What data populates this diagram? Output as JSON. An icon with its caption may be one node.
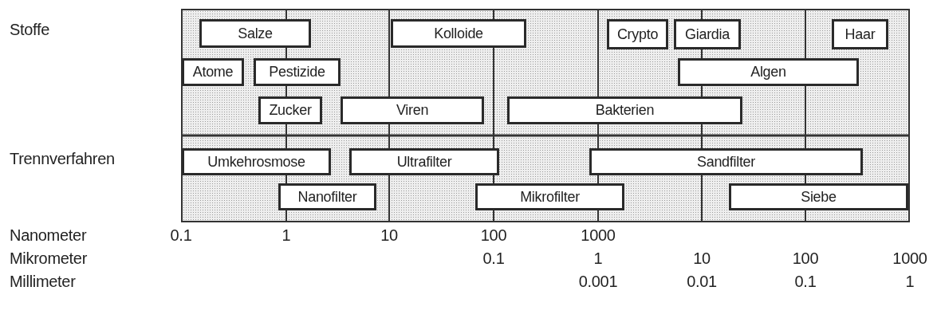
{
  "diagram": {
    "nodes": [
      {
        "text": [
          "Salze"
        ]
      },
      {
        "text": [
          "Kolloide"
        ]
      },
      {
        "text": [
          "Crypto"
        ]
      },
      {
        "text": [
          "Giardia"
        ]
      },
      {
        "text": [
          "Haar"
        ]
      },
      {
        "text": [
          "Atome"
        ]
      },
      {
        "text": [
          "Pestizide"
        ]
      },
      {
        "text": [
          "Algen"
        ]
      },
      {
        "text": [
          "Zucker"
        ]
      },
      {
        "text": [
          "Viren"
        ]
      },
      {
        "text": [
          "Bakterien"
        ]
      },
      {
        "text": [
          "Umkehrosmose"
        ]
      },
      {
        "text": [
          "Ultrafilter"
        ]
      },
      {
        "text": [
          "Sandfilter"
        ]
      },
      {
        "text": [
          "Nanofilter"
        ]
      },
      {
        "text": [
          "Mikrofilter"
        ]
      },
      {
        "text": [
          "Siebe"
        ]
      }
    ],
    "labels": [
      "Stoffe",
      "Trennverfahren",
      "Nanometer",
      "0.1",
      "1",
      "10",
      "100",
      "1000",
      "Mikrometer",
      "0.1",
      "1",
      "10",
      "100",
      "1000",
      "Millimeter",
      "0.001",
      "0.01",
      "0.1",
      "1"
    ]
  }
}
